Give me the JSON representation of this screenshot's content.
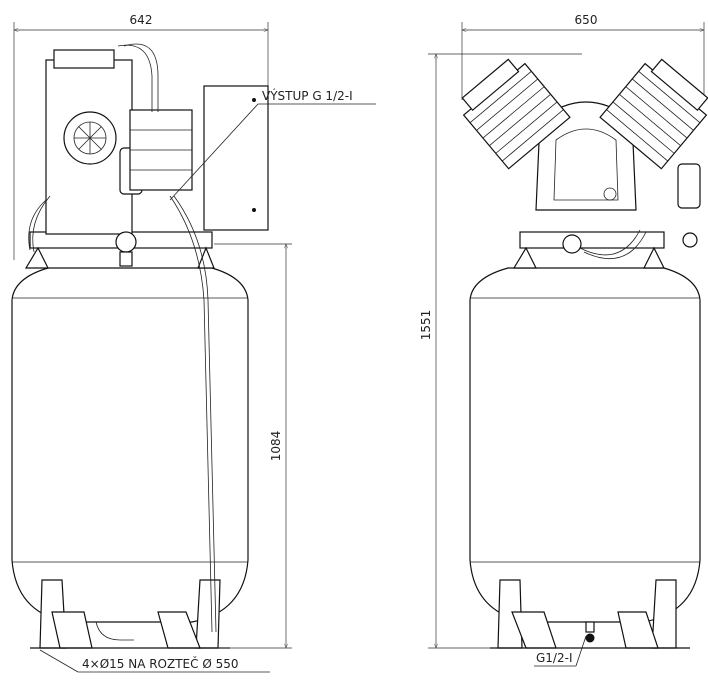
{
  "dimensions": {
    "left_width": "642",
    "right_width": "650",
    "tank_height": "1084",
    "total_height": "1551"
  },
  "labels": {
    "outlet": "VÝSTUP G 1/2-I",
    "mounting": "4×Ø15 NA ROZTEČ Ø 550",
    "drain": "G1/2-I"
  }
}
